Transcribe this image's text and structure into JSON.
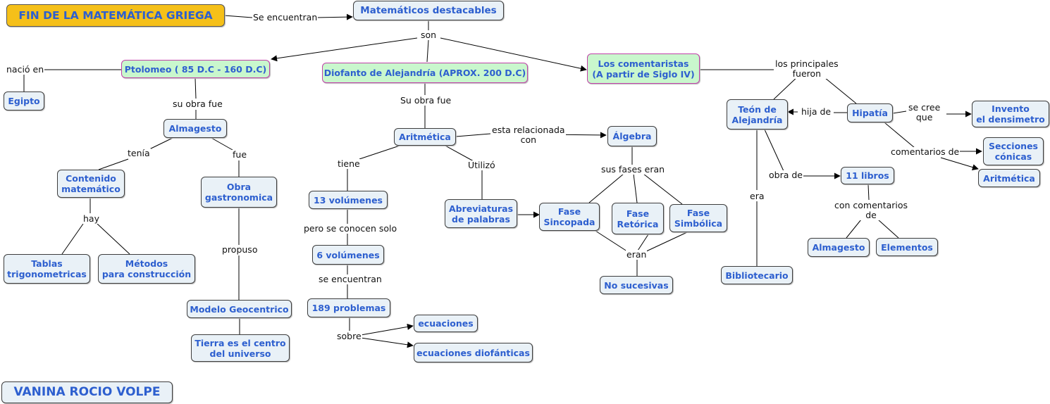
{
  "colors": {
    "node_fill": "#e9f1f7",
    "node_text": "#2d5fcf",
    "highlight_fill": "#c9f7cd",
    "highlight_border": "#c040a8",
    "title_fill": "#f5c019"
  },
  "nodes": {
    "title": "FIN DE LA MATEMÁTICA GRIEGA",
    "matematicos": "Matemáticos destacables",
    "ptolomeo": "Ptolomeo ( 85 D.C - 160 D.C)",
    "egipto": "Egipto",
    "almagesto": "Almagesto",
    "contenido": "Contenido\nmatemático",
    "obra_gastro": "Obra\ngastronomica",
    "tablas": "Tablas\ntrigonometricas",
    "metodos": "Métodos\npara construcción",
    "modelo_geo": "Modelo Geocentrico",
    "tierra": "Tierra es el centro\ndel universo",
    "diofanto": "Diofanto de Alejandría (APROX. 200 D.C)",
    "aritmetica": "Aritmética",
    "algebra": "Álgebra",
    "trece_vol": "13 volúmenes",
    "seis_vol": "6 volúmenes",
    "problemas": "189 problemas",
    "ecuaciones": "ecuaciones",
    "ec_diofanticas": "ecuaciones diofánticas",
    "abreviaturas": "Abreviaturas\nde palabras",
    "fase_sincopada": "Fase\nSincopada",
    "fase_retorica": "Fase\nRetórica",
    "fase_simbolica": "Fase\nSimbólica",
    "no_sucesivas": "No sucesivas",
    "comentaristas": "Los comentaristas\n(A partir de Siglo IV)",
    "teon": "Teón de\nAlejandría",
    "hipatia": "Hipatía",
    "invento": "Invento\nel densimetro",
    "secciones": "Secciones\ncónicas",
    "aritmetica2": "Aritmética",
    "once_libros": "11 libros",
    "almagesto2": "Almagesto",
    "elementos": "Elementos",
    "bibliotecario": "Bibliotecario",
    "author": "VANINA ROCIO VOLPE"
  },
  "labels": {
    "se_encuentran": "Se encuentran",
    "son": "son",
    "nacio_en": "nació en",
    "su_obra_fue": "su obra fue",
    "tenia": "tenía",
    "fue": "fue",
    "hay": "hay",
    "propuso": "propuso",
    "su_obra_fue2": "Su obra fue",
    "esta_relacionada": "esta relacionada\ncon",
    "tiene": "tiene",
    "utilizo": "Utilizó",
    "pero_se_conocen": "pero se conocen solo",
    "se_encuentran2": "se encuentran",
    "sobre": "sobre",
    "sus_fases": "sus fases eran",
    "eran": "eran",
    "los_principales": "los principales\nfueron",
    "hija_de": "hija de",
    "se_cree_que": "se cree\nque",
    "comentarios_de": "comentarios de",
    "obra_de": "obra de",
    "con_comentarios": "con comentarios\nde",
    "era": "era"
  }
}
